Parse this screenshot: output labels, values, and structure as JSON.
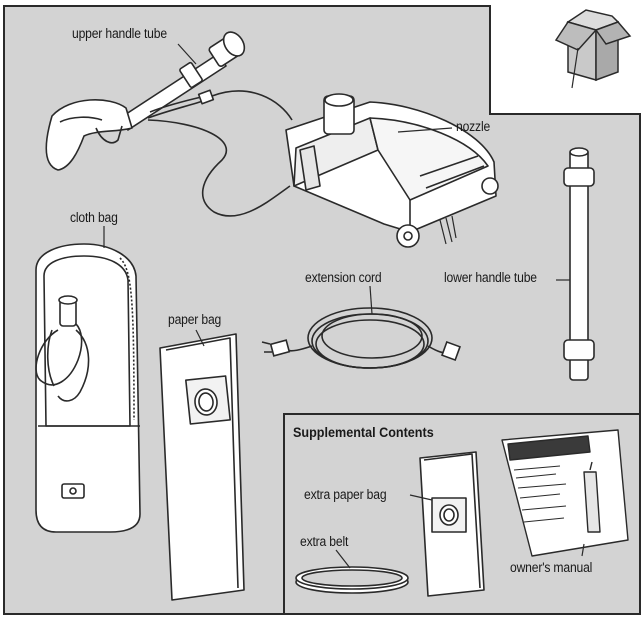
{
  "labels": {
    "upper_handle_tube": "upper handle tube",
    "nozzle": "nozzle",
    "cloth_bag": "cloth bag",
    "extension_cord": "extension cord",
    "lower_handle_tube": "lower handle tube",
    "paper_bag": "paper bag"
  },
  "supplemental": {
    "title": "Supplemental Contents",
    "extra_paper_bag": "extra paper bag",
    "extra_belt": "extra belt",
    "owners_manual": "owner's manual"
  },
  "colors": {
    "background": "#ffffff",
    "panel": "#d3d3d3",
    "outline": "#2a2a2a",
    "part_fill": "#ffffff"
  }
}
